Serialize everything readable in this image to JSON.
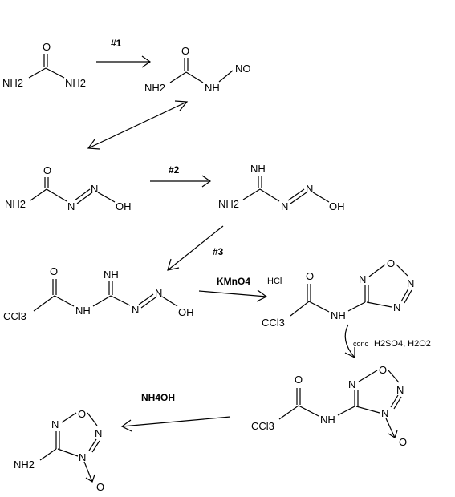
{
  "steps": {
    "s1": "#1",
    "s2": "#2",
    "s3": "#3"
  },
  "reagents": {
    "kmno4": "KMnO4",
    "hcl": "HCl",
    "conc": "conc",
    "h2so4_h2o2": "H2SO4, H2O2",
    "nh4oh": "NH4OH"
  },
  "labels": {
    "nh2": "NH2",
    "o": "O",
    "nh": "NH",
    "no": "NO",
    "n": "N",
    "oh": "OH",
    "ccl3": "CCl3",
    "o_ring": "O"
  }
}
